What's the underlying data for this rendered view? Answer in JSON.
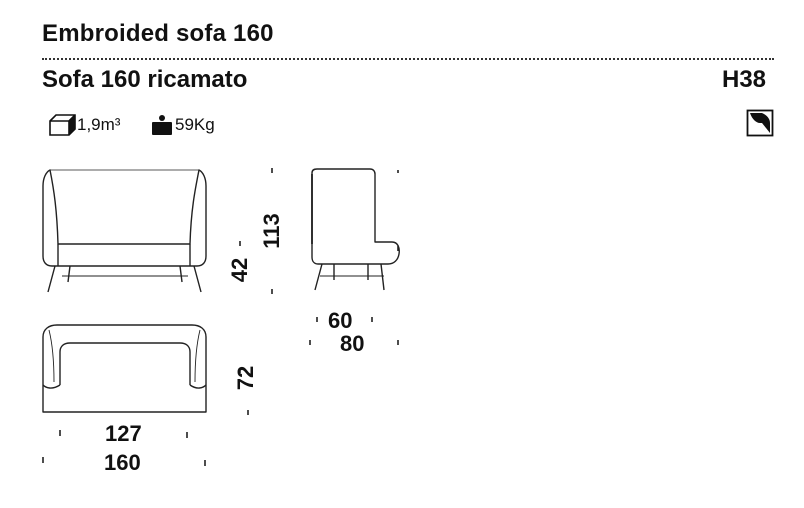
{
  "header": {
    "title": "Embroided sofa 160",
    "subtitle": "Sofa 160 ricamato",
    "code": "H38"
  },
  "specs": {
    "volume": "1,9m³",
    "weight": "59Kg"
  },
  "icons": {
    "volume": "box-icon",
    "weight": "weight-icon",
    "fabric": "fabric-swatch-icon"
  },
  "dimensions": {
    "total_height": "113",
    "seat_height": "42",
    "seat_depth": "60",
    "total_depth": "80",
    "seat_width": "127",
    "total_width": "160",
    "top_depth": "72"
  }
}
